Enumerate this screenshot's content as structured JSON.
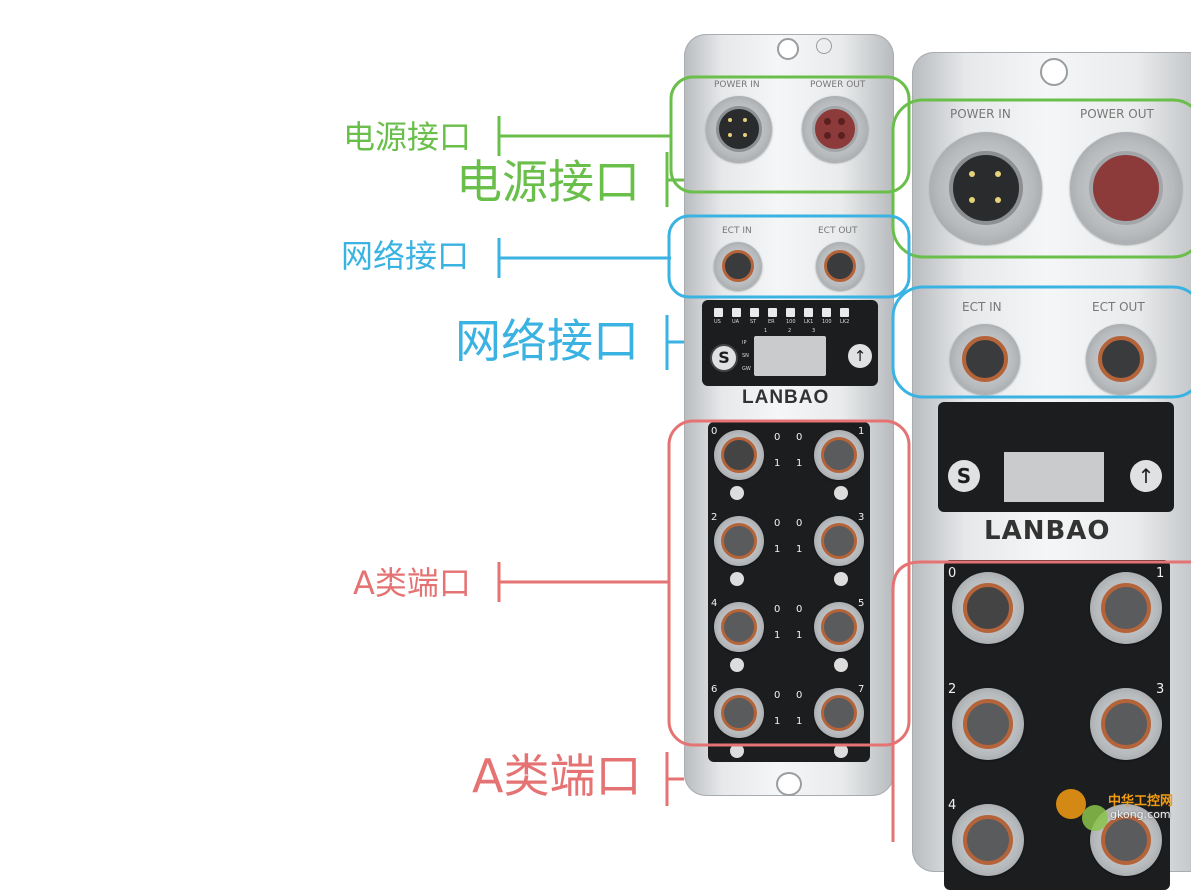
{
  "callouts": {
    "power_small": "电源接口",
    "power_large": "电源接口",
    "network_small": "网络接口",
    "network_large": "网络接口",
    "porta_small": "A类端口",
    "porta_large": "A类端口"
  },
  "device": {
    "power_in": "POWER IN",
    "power_out": "POWER OUT",
    "ect_in": "ECT IN",
    "ect_out": "ECT OUT",
    "leds": [
      "US",
      "UA",
      "ST",
      "ER",
      "100",
      "LK1",
      "100",
      "LK2"
    ],
    "display_rows": [
      "IP",
      "SN",
      "GW"
    ],
    "display_cols": [
      "1",
      "2",
      "3"
    ],
    "s_button": "S",
    "brand": "LANBAO",
    "ports": [
      "0",
      "1",
      "2",
      "3",
      "4",
      "5",
      "6",
      "7"
    ],
    "pin_labels": [
      "0",
      "1"
    ]
  },
  "watermark": {
    "line1": "中华工控网",
    "line2": "gkong.com"
  },
  "colors": {
    "green": "#6abf4b",
    "blue": "#3ab3e2",
    "red": "#e57373"
  }
}
